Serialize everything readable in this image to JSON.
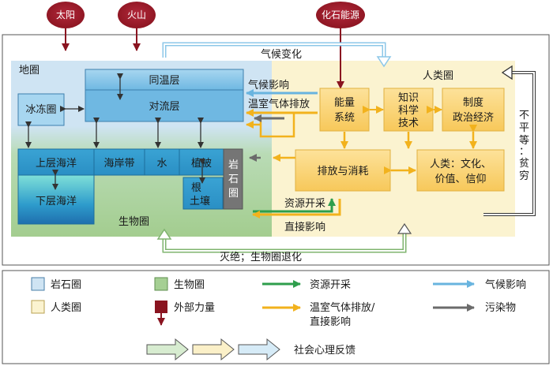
{
  "external_forces": {
    "sun": "太阳",
    "volcano": "火山",
    "fossil_energy": "化石能源"
  },
  "spheres": {
    "geosphere": "地圈",
    "human_sphere": "人类圈",
    "biosphere": "生物圈"
  },
  "geo": {
    "stratosphere": "同温层",
    "troposphere": "对流层",
    "cryosphere": "冰冻圈",
    "upper_ocean": "上层海洋",
    "coastal_zone": "海岸带",
    "water": "水",
    "vegetation": "植被",
    "lithosphere_vertical": [
      "岩",
      "石",
      "圈"
    ],
    "root_soil": [
      "根",
      "土壤"
    ],
    "lower_ocean": "下层海洋"
  },
  "human": {
    "energy_system": [
      "能量",
      "系统"
    ],
    "knowledge": [
      "知识",
      "科学",
      "技术"
    ],
    "institutions": [
      "制度",
      "政治经济"
    ],
    "emission": "排放与消耗",
    "culture": [
      "人类：文化、",
      "价值、信仰"
    ]
  },
  "arrow_labels": {
    "climate_change": "气候变化",
    "climate_impact": "气候影响",
    "ghg_emission": "温室气体排放",
    "resource_extraction": "资源开采",
    "direct_impact": "直接影响",
    "inequality": [
      "不",
      "平",
      "等",
      "：",
      "贫",
      "穷"
    ],
    "extinction": "灭绝；生物圈退化"
  },
  "legend": {
    "lithosphere": "岩石圈",
    "biosphere": "生物圈",
    "resource_extraction": "资源开采",
    "climate_impact": "气候影响",
    "human_sphere": "人类圈",
    "external_forces": "外部力量",
    "ghg_direct": [
      "温室气体排放/",
      "直接影响"
    ],
    "pollutants": "污染物",
    "social_feedback": "社会心理反馈"
  },
  "colors": {
    "geosphere_bg": "#cfe4f3",
    "biosphere_bg": "#a5cf93",
    "human_bg": "#fbf3d0",
    "human_box": "#fbd77a",
    "human_box_border": "#e0b040",
    "atmosphere_box": "#7fc1e6",
    "ocean_box": "#2a93c8",
    "external": "#a11d2a",
    "resource_green": "#2e9e4c",
    "climate_blue": "#69b4df",
    "ghg_yellow": "#f2b21d",
    "pollutant_gray": "#6b6b6b",
    "rock": "#757575"
  }
}
